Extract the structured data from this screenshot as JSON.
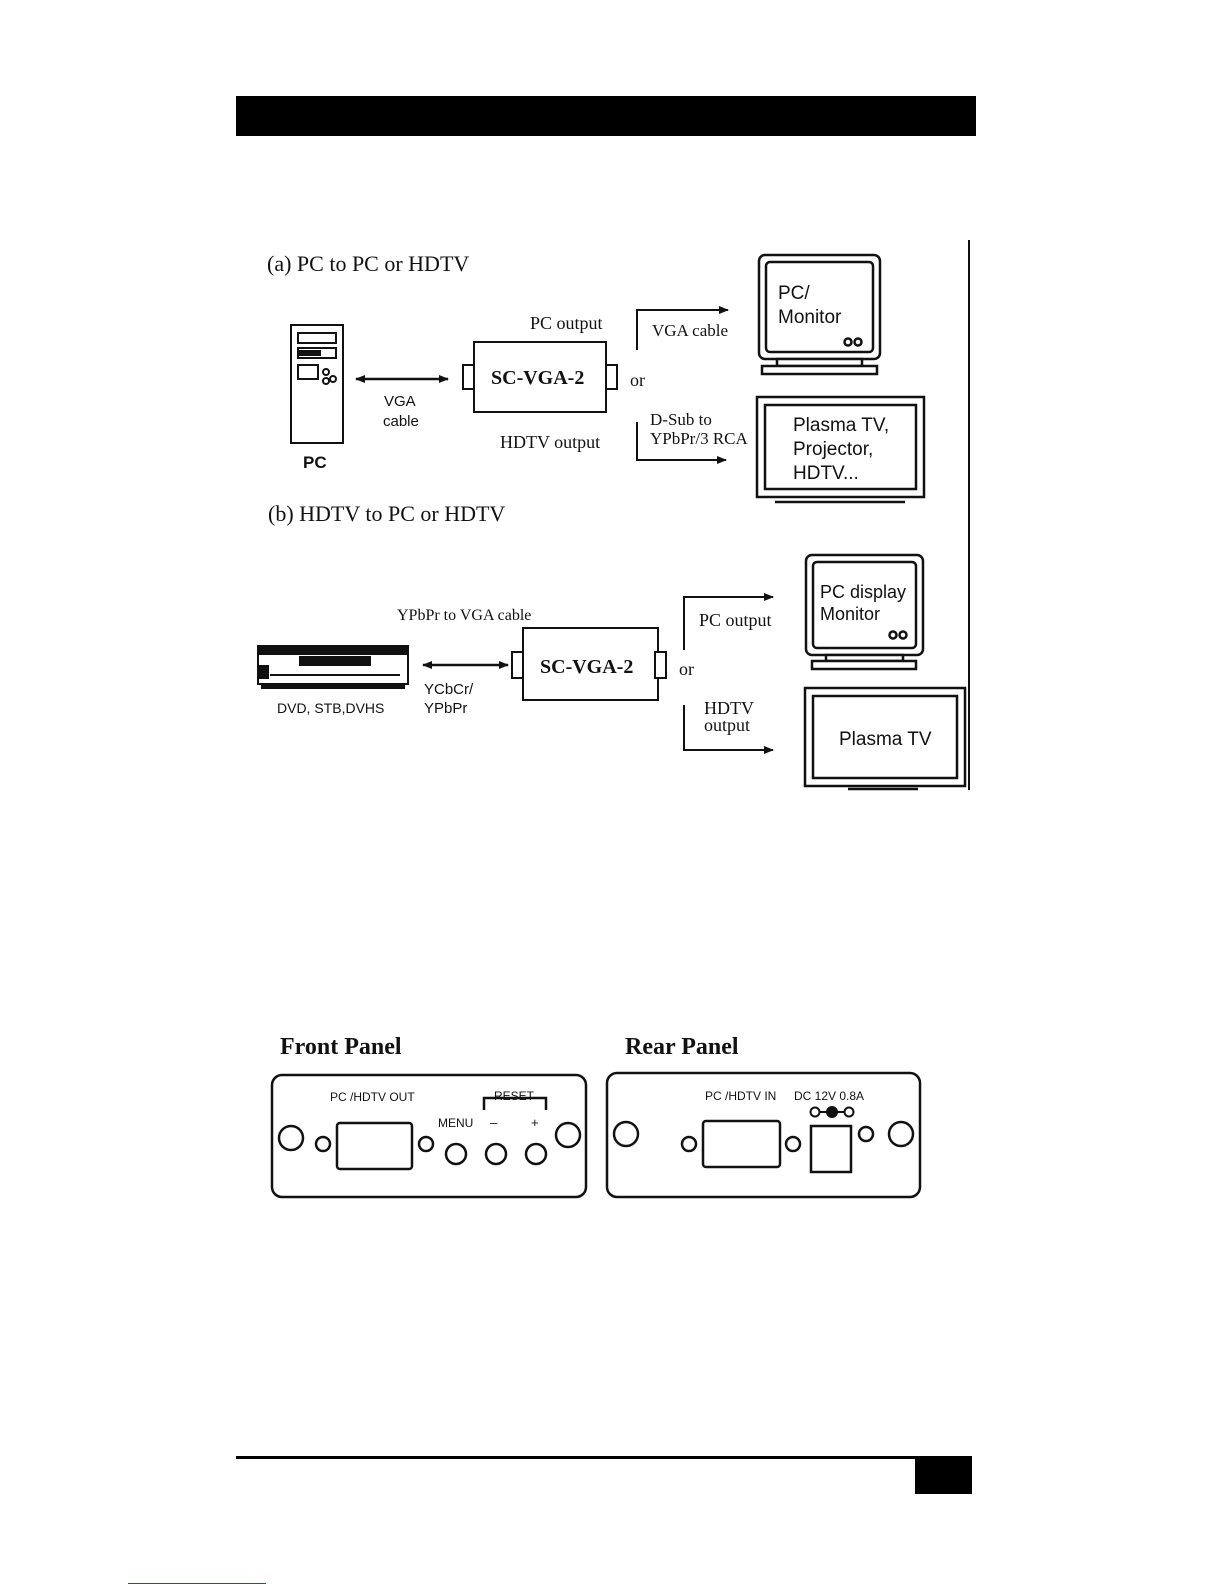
{
  "section_a": {
    "title": "(a) PC to PC or HDTV",
    "pc_label": "PC",
    "cable_line1": "VGA",
    "cable_line2": "cable",
    "converter": "SC-VGA-2",
    "pc_output": "PC output",
    "hdtv_output": "HDTV output",
    "or": "or",
    "vga_cable": "VGA cable",
    "dsub_line1": "D-Sub to",
    "dsub_line2": "YPbPr/3 RCA",
    "monitor_line1": "PC/",
    "monitor_line2": "Monitor",
    "tv_line1": "Plasma TV,",
    "tv_line2": "Projector,",
    "tv_line3": "HDTV..."
  },
  "section_b": {
    "title": "(b) HDTV to PC or HDTV",
    "cable_top": "YPbPr to VGA cable",
    "converter": "SC-VGA-2",
    "dvd_label": "DVD, STB,DVHS",
    "signal_line1": "YCbCr/",
    "signal_line2": "YPbPr",
    "or": "or",
    "pc_output": "PC output",
    "hdtv_line1": "HDTV",
    "hdtv_line2": "output",
    "monitor_line1": "PC display",
    "monitor_line2": "Monitor",
    "tv_label": "Plasma TV"
  },
  "front_panel": {
    "title": "Front Panel",
    "port_label": "PC /HDTV OUT",
    "menu": "MENU",
    "reset": "RESET",
    "minus": "–",
    "plus": "+"
  },
  "rear_panel": {
    "title": "Rear Panel",
    "port_label": "PC /HDTV IN",
    "power_label": "DC 12V 0.8A"
  }
}
